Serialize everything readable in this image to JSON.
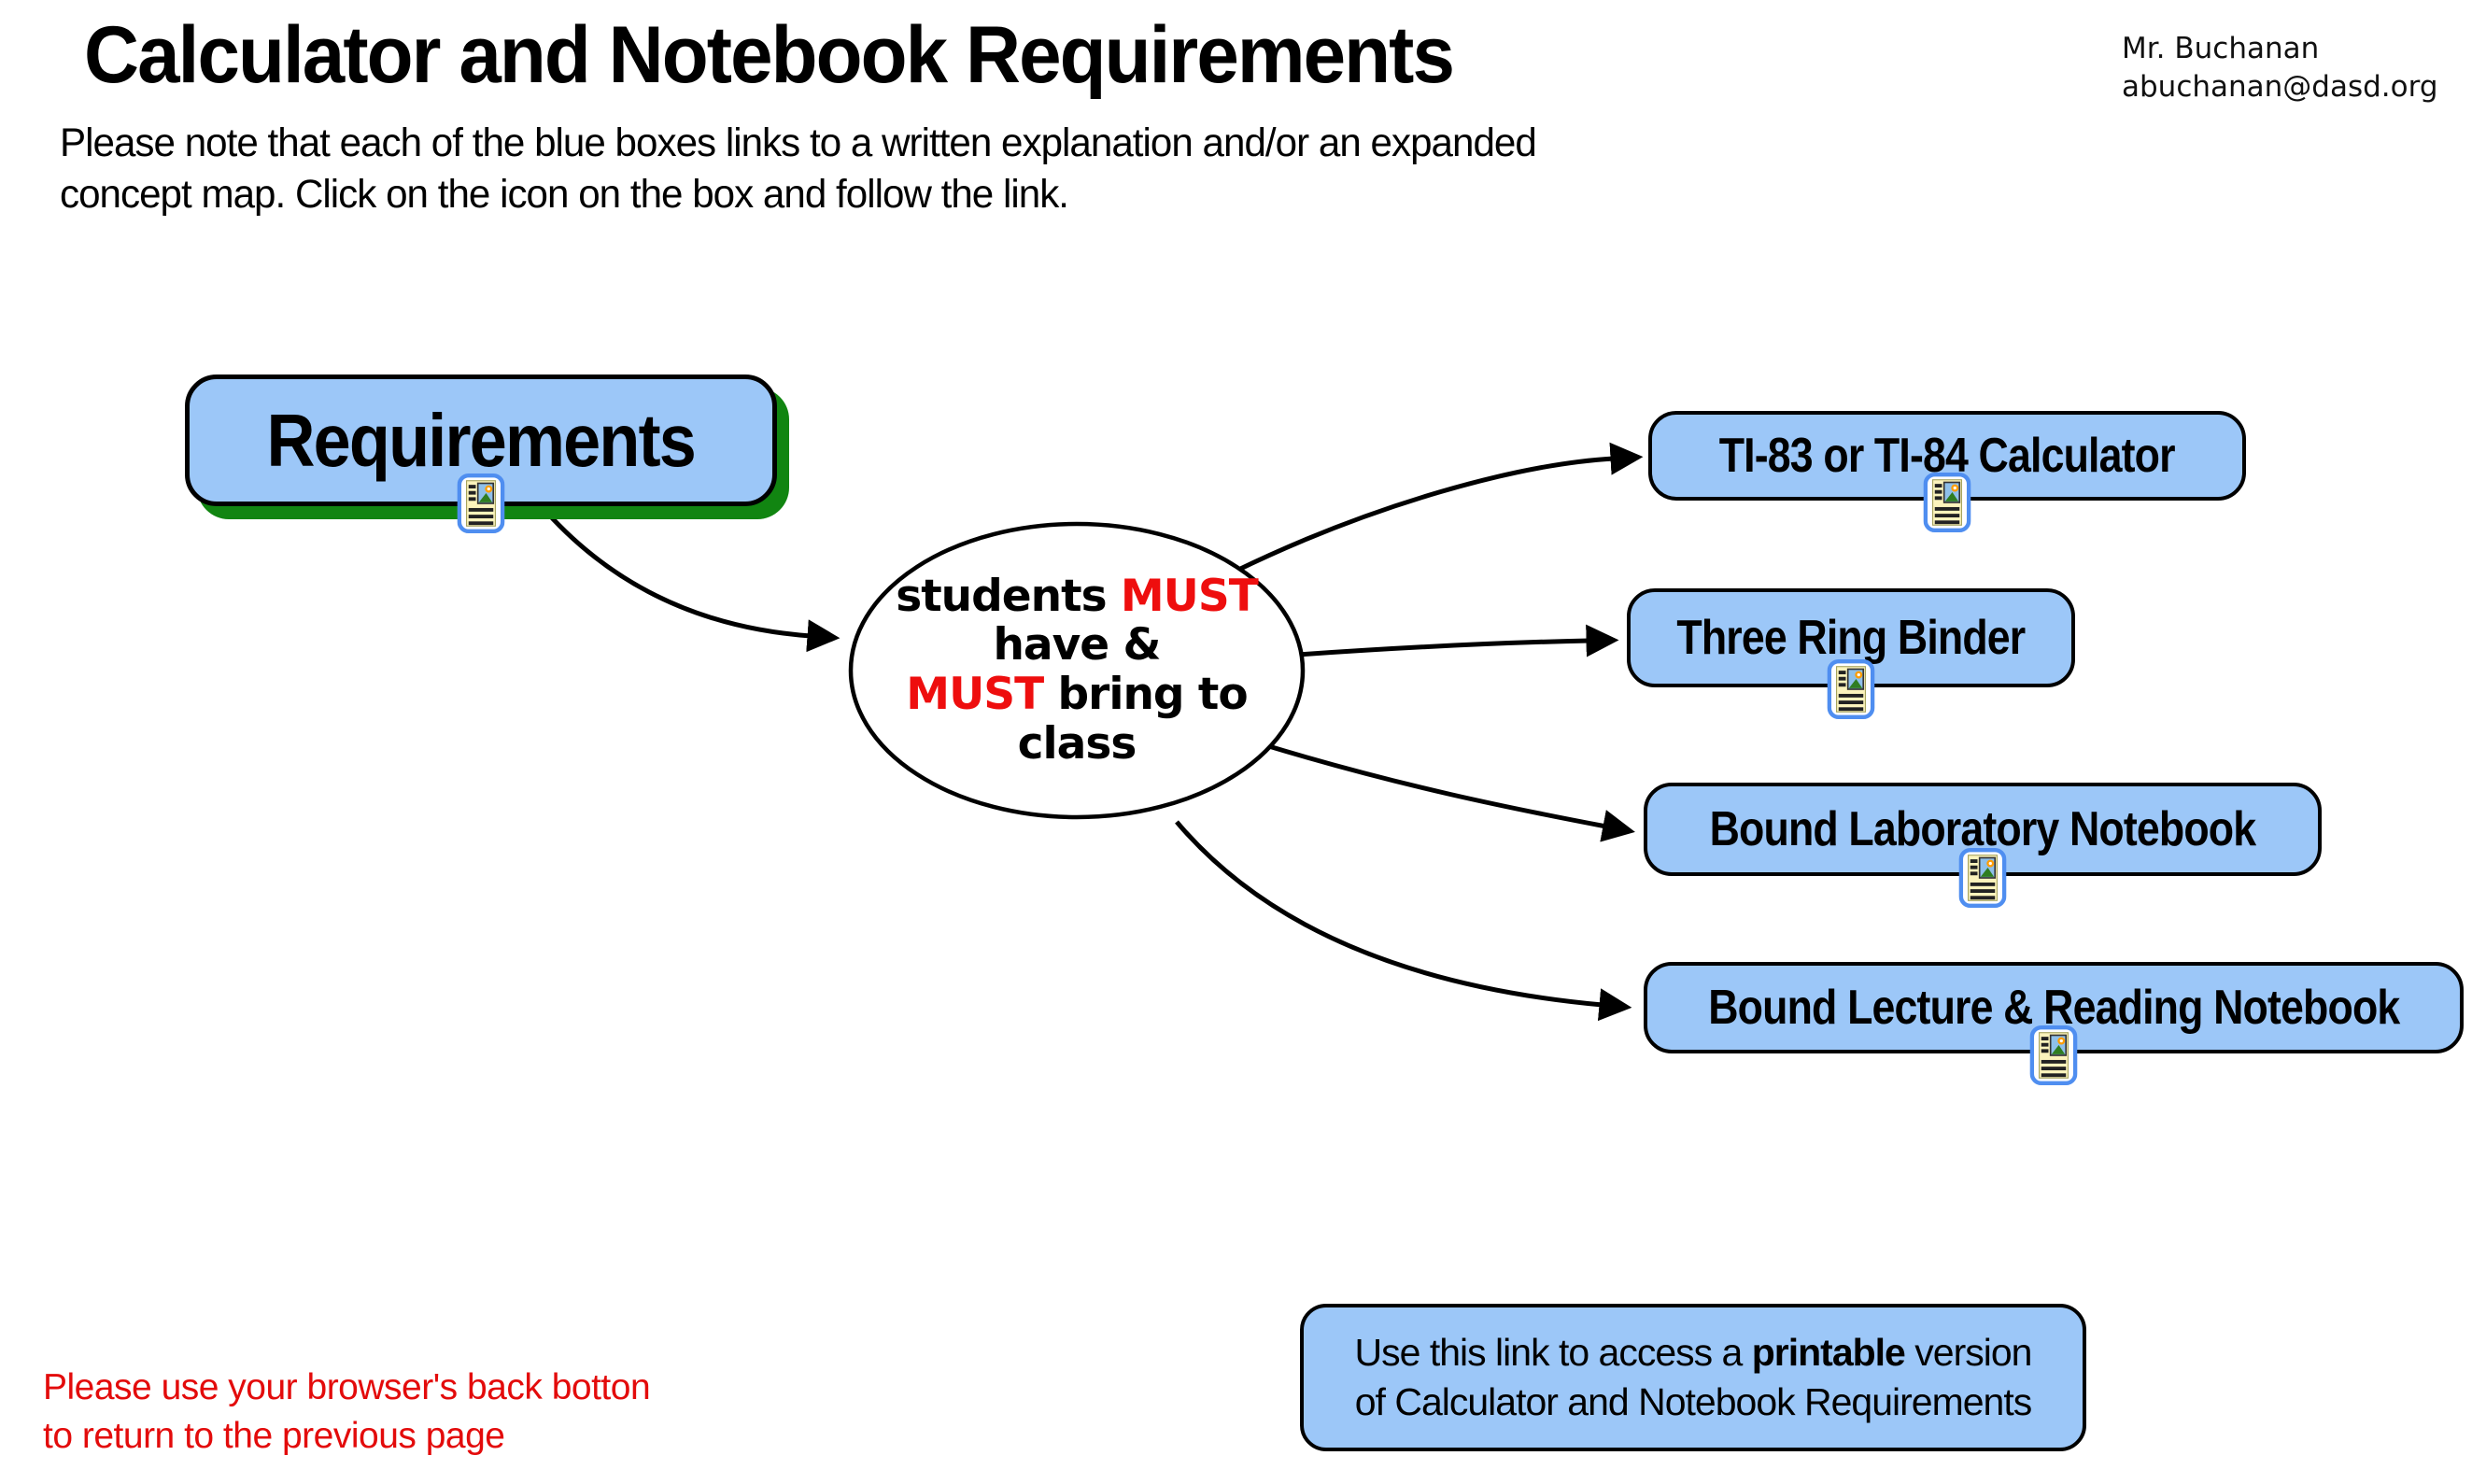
{
  "page": {
    "title": "Calculator and Notebook Requirements",
    "contact": {
      "name": "Mr. Buchanan",
      "email": "abuchanan@dasd.org"
    },
    "intro": {
      "line1": "Please note that each of the blue boxes links to a written explanation and/or an expanded",
      "line2": "concept map. Click on the icon on the box and follow the link."
    }
  },
  "colors": {
    "node_fill": "#9cc7f8",
    "node_border": "#000000",
    "root_shadow_green": "#118511",
    "emphasis_red": "#ee0e0e",
    "footer_red": "#e30b0b",
    "icon_border_blue": "#4f8ef0"
  },
  "icons": {
    "node_icon": "document-link-icon"
  },
  "map": {
    "root": {
      "label": "Requirements"
    },
    "center": {
      "l1a": "students ",
      "l1b": "MUST",
      "l2": "have &",
      "l3a": "MUST",
      "l3b": " bring to",
      "l4": "class"
    },
    "items": [
      {
        "label": "TI-83 or TI-84 Calculator"
      },
      {
        "label": "Three Ring Binder"
      },
      {
        "label": "Bound Laboratory Notebook"
      },
      {
        "label": "Bound Lecture & Reading Notebook"
      }
    ]
  },
  "footer": {
    "back_note": {
      "line1": "Please use your browser's back botton",
      "line2": "to return to the previous page"
    },
    "printable": {
      "pre": "Use this link to access a ",
      "bold": "printable",
      "post": " version",
      "line2": "of Calculator and Notebook Requirements"
    }
  }
}
